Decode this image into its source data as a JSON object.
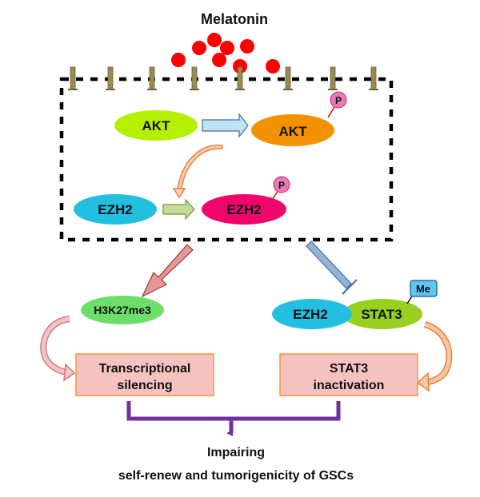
{
  "title": "Melatonin",
  "colors": {
    "melatonin_dot": "#ff0000",
    "receptor": "#9a8a50",
    "akt_inactive": "#b5f000",
    "akt_active": "#f39200",
    "ezh2": "#22bfe0",
    "ezh2_phospho": "#f0066a",
    "phospho_badge": "#e37ab8",
    "h3k27me3": "#6ede6a",
    "stat3": "#99d020",
    "me_badge": "#5cc8f0",
    "outcome_box_fill": "#f6c2c0",
    "outcome_box_border": "#f7943b",
    "bracket": "#7030a0",
    "activation_arrow": "#bfe3f5",
    "ezh2_arrow": "#c4dd94",
    "promote_arrow": "#e59896",
    "inhibit_arrow": "#95b3d7",
    "orange_curve": "#ed7d31"
  },
  "cell": {
    "akt": {
      "label": "AKT"
    },
    "akt_p": {
      "label": "AKT",
      "modification": "P"
    },
    "ezh2": {
      "label": "EZH2"
    },
    "ezh2_p": {
      "label": "EZH2",
      "modification": "P"
    }
  },
  "downstream": {
    "h3k27me3": {
      "label": "H3K27me3"
    },
    "complex": {
      "ezh2_label": "EZH2",
      "stat3_label": "STAT3",
      "modification": "Me"
    },
    "left_box": {
      "line1": "Transcriptional",
      "line2": "silencing"
    },
    "right_box": {
      "line1": "STAT3",
      "line2": "inactivation"
    }
  },
  "outcome": {
    "line1": "Impairing",
    "line2": "self-renew and tumorigenicity of GSCs"
  }
}
